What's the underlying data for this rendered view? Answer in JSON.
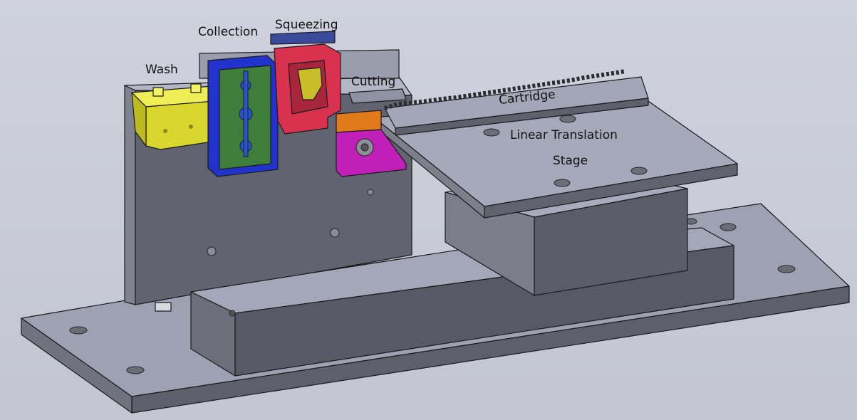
{
  "labels": {
    "wash": "Wash",
    "collection": "Collection",
    "squeezing": "Squeezing",
    "cutting": "Cutting",
    "cartridge": "Cartridge",
    "stage_line1": "Linear Translation",
    "stage_line2": "Stage"
  },
  "colors": {
    "background": "#c9ccd6",
    "metal_top": "#a9acbd",
    "metal_front": "#5b5d68",
    "wash": "#e6e43a",
    "collection_frame": "#2233cc",
    "collection_insert": "#3f7d3a",
    "squeezing": "#d8324f",
    "cutting_top": "#e07a1a",
    "cutting_body": "#c21fb8"
  }
}
